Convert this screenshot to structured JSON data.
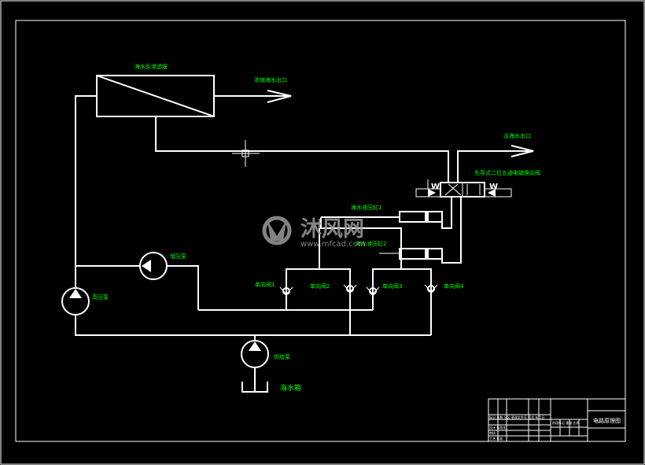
{
  "labels": {
    "membrane": "海水反渗透膜",
    "concentrate_outlet": "浓缩海水出口",
    "fresh_outlet": "淡海水出口",
    "valve": "先导式二位五通电磁换向阀",
    "cylinder1": "海水液压缸1",
    "cylinder2": "海水液压缸2",
    "check1": "单向阀1",
    "check2": "单向阀2",
    "check3": "单向阀3",
    "check4": "单向阀4",
    "pump_small": "增压泵",
    "pump_high": "高压泵",
    "pump_supply": "供给泵",
    "tank": "海水箱"
  },
  "valve_letters": {
    "left": "W",
    "right": "W"
  },
  "title_block": {
    "drawing_name": "电路原理图",
    "row_texts": [
      "标记 处数 分区 更改文件号 签名 年月日",
      "设计 标准化",
      "审核",
      "工艺 批准"
    ],
    "stage_text": "阶段标记 重量 比例"
  },
  "watermark": {
    "brand": "沐风网",
    "url": "www.mfcad.com"
  },
  "colors": {
    "background": "#000000",
    "lines": "#ffffff",
    "labels": "#00ff00",
    "accent": "#ff00ff"
  }
}
